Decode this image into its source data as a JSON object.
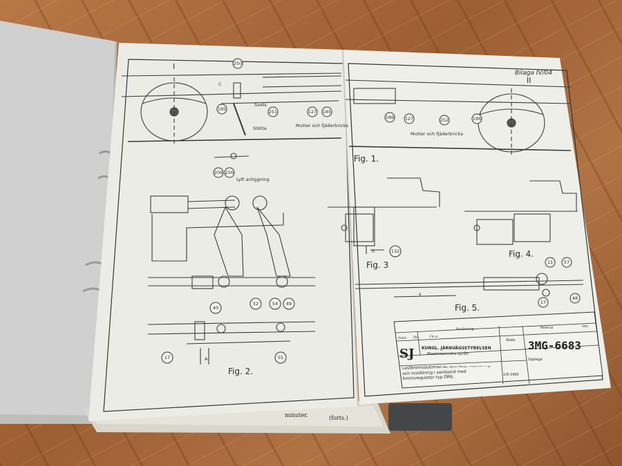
{
  "drawing": {
    "sheet_ref": "Bilaga IV/04",
    "section_left": "I",
    "section_right": "II",
    "callouts": {
      "c250": "250",
      "c195": "195",
      "c251": "251",
      "c127": "127",
      "c185": "185",
      "c186": "186",
      "c252": "252",
      "c196": "196",
      "c206": "206",
      "c256": "256",
      "c132": "132",
      "c40": "40",
      "c52": "52",
      "c54": "54",
      "c49": "49",
      "c17": "17",
      "c55": "55",
      "c11": "11",
      "c57": "57",
      "c48": "48",
      "c17b": "17"
    },
    "notes": {
      "svets": "Svets",
      "stotta": "Stötta",
      "mutter1": "Mutter och fjäderbricka",
      "mutter2": "Mutter och fjäderbricka",
      "lyft": "Lyft anliggning",
      "dim_a": "A",
      "dim_h": "h",
      "dim_s": "s",
      "dim_c": "C"
    },
    "figures": {
      "fig1": "Fig. 1.",
      "fig2": "Fig. 2.",
      "fig3": "Fig. 3",
      "fig4": "Fig. 4.",
      "fig5": "Fig. 5."
    }
  },
  "title_block": {
    "logo": "SJ",
    "org_line1": "KUNGL. JÄRNVÄGSSTYRELSEN",
    "org_line2": "Maskintekniska byrån",
    "drawing_number": "3MG-6683",
    "description": "Lastbromsautomat AC och AC2. Montering och inställning i samband med bromsregulator typ DR6.",
    "header_cells": [
      "Antal",
      "Pos",
      "Fd nr",
      "Benämning",
      "Material",
      "Vikt"
    ],
    "skala_label": "Skala",
    "upplaga_label": "Upplaga",
    "date": "1/6-1960"
  },
  "book": {
    "behind_text": "minuter.",
    "forts": "(forts.)"
  }
}
